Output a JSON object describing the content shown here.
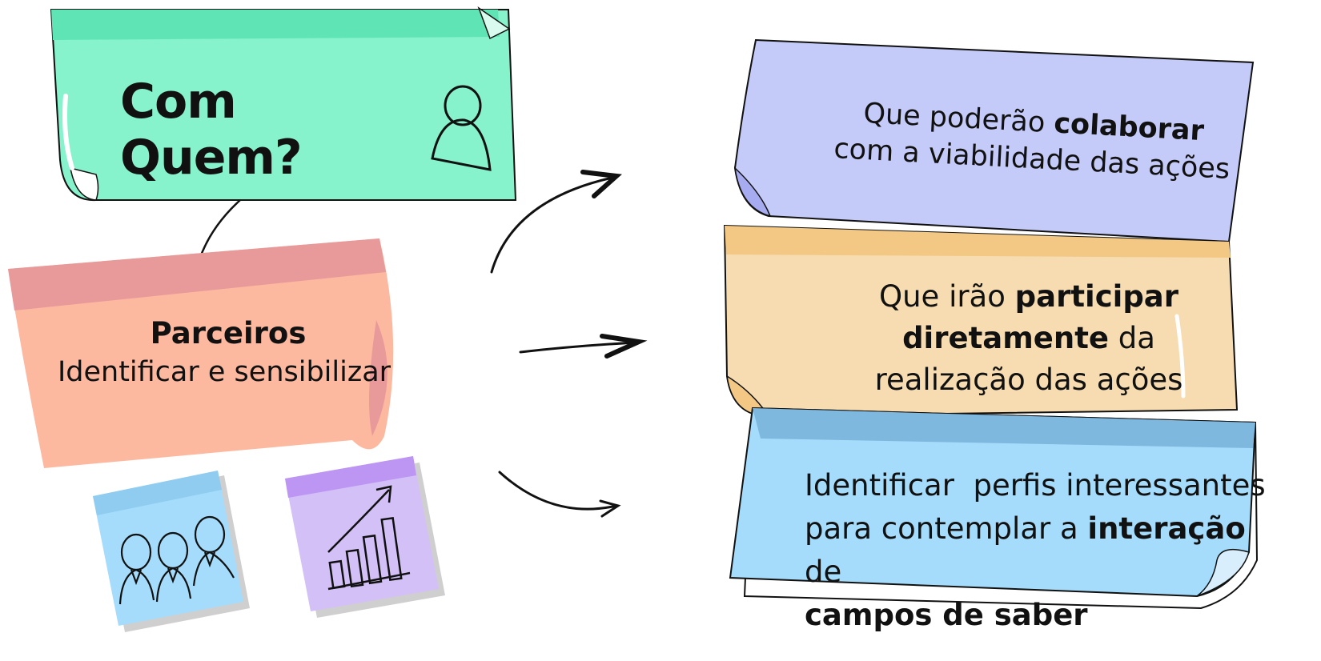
{
  "header": {
    "title": "Com Quem?",
    "icon": "person-icon"
  },
  "partners": {
    "title": "Parceiros",
    "subtitle": "Identificar e sensibilizar"
  },
  "cards": {
    "purple": {
      "pre": "Que poderão ",
      "bold": "colaborar",
      "line2": "com a viabilidade das ações"
    },
    "orange": {
      "pre": "Que irão ",
      "bold1": "participar",
      "bold2": "diretamente",
      "mid": " da",
      "line3": "realização das ações"
    },
    "blue": {
      "line1": "Identificar  perfis interessantes",
      "pre2": "para contemplar a ",
      "bold2": "interação",
      "post2": " de",
      "bold3": "campos de saber"
    }
  },
  "icons": {
    "group": "people-group-icon",
    "growth": "growth-chart-icon"
  },
  "colors": {
    "green": "#86f3cd",
    "pink": "#fdb8a0",
    "purple": "#c5cbf8",
    "orange": "#f6dcb0",
    "blue": "#a5dcfb",
    "violet": "#d2c0f7"
  }
}
